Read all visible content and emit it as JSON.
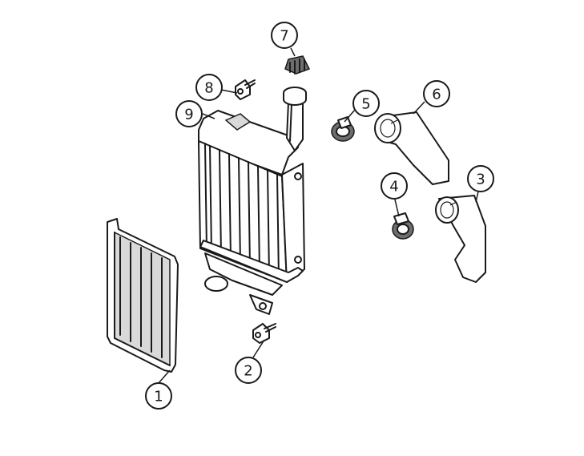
{
  "callouts": [
    {
      "id": "1",
      "label": "1"
    },
    {
      "id": "2",
      "label": "2"
    },
    {
      "id": "3",
      "label": "3"
    },
    {
      "id": "4",
      "label": "4"
    },
    {
      "id": "5",
      "label": "5"
    },
    {
      "id": "6",
      "label": "6"
    },
    {
      "id": "7",
      "label": "7"
    },
    {
      "id": "8",
      "label": "8"
    },
    {
      "id": "9",
      "label": "9"
    }
  ],
  "colors": {
    "line": "#1a1a1a",
    "shade": "#d9d9d9",
    "dark": "#6e6e6e",
    "background": "#ffffff"
  }
}
